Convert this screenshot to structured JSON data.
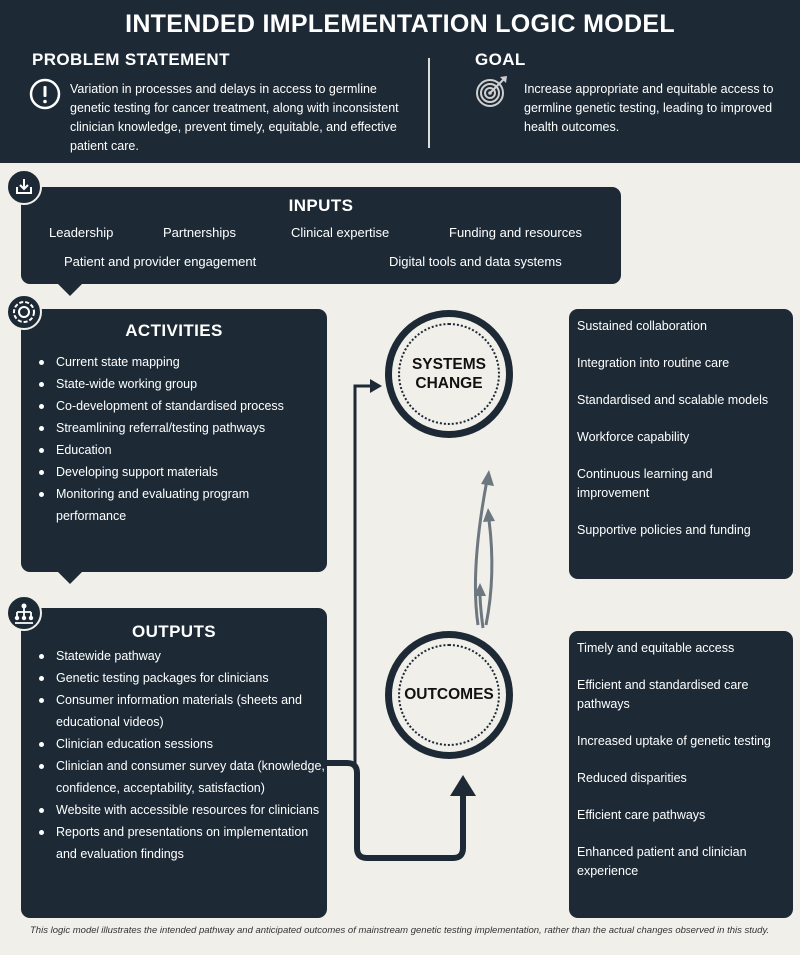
{
  "header": {
    "title": "INTENDED IMPLEMENTATION LOGIC MODEL",
    "problem_title": "PROBLEM STATEMENT",
    "problem_text": "Variation in processes and delays in access to germline genetic testing for cancer treatment, along with inconsistent clinician knowledge, prevent timely, equitable, and effective patient care.",
    "goal_title": "GOAL",
    "goal_text": "Increase appropriate and equitable access to germline genetic testing, leading to improved health outcomes."
  },
  "inputs": {
    "title": "INPUTS",
    "items": [
      "Leadership",
      "Partnerships",
      "Clinical expertise",
      "Funding and resources",
      "Patient and provider engagement",
      "Digital tools and data systems"
    ]
  },
  "activities": {
    "title": "ACTIVITIES",
    "items": [
      "Current state mapping",
      "State-wide working group",
      "Co-development of standardised process",
      "Streamlining referral/testing pathways",
      "Education",
      "Developing support materials",
      "Monitoring and evaluating program performance"
    ]
  },
  "outputs": {
    "title": "OUTPUTS",
    "items": [
      "Statewide pathway",
      "Genetic testing packages for clinicians",
      "Consumer information materials (sheets and educational videos)",
      "Clinician education sessions",
      "Clinician and consumer survey data (knowledge, confidence, acceptability, satisfaction)",
      "Website with accessible resources for clinicians",
      "Reports and presentations on implementation and evaluation findings"
    ]
  },
  "systems_change": {
    "label_line1": "SYSTEMS",
    "label_line2": "CHANGE",
    "items": [
      "Sustained collaboration",
      "Integration into routine care",
      "Standardised and scalable models",
      "Workforce capability",
      "Continuous learning and improvement",
      "Supportive policies and funding"
    ]
  },
  "outcomes": {
    "label": "OUTCOMES",
    "items": [
      "Timely and equitable access",
      "Efficient and standardised care pathways",
      "Increased uptake of genetic testing",
      "Reduced disparities",
      "Efficient care pathways",
      "Enhanced patient and clinician experience"
    ]
  },
  "footnote": "This logic model illustrates the intended pathway and anticipated outcomes of mainstream genetic testing implementation, rather than the actual changes observed in this study.",
  "icons": {
    "problem": "alert-circle-icon",
    "goal": "target-icon",
    "inputs": "download-tray-icon",
    "activities": "cycle-icon",
    "outputs": "hierarchy-icon"
  },
  "colors": {
    "navy": "#1d2a36",
    "background": "#f1efea",
    "arrow_gray": "#6d7780"
  }
}
